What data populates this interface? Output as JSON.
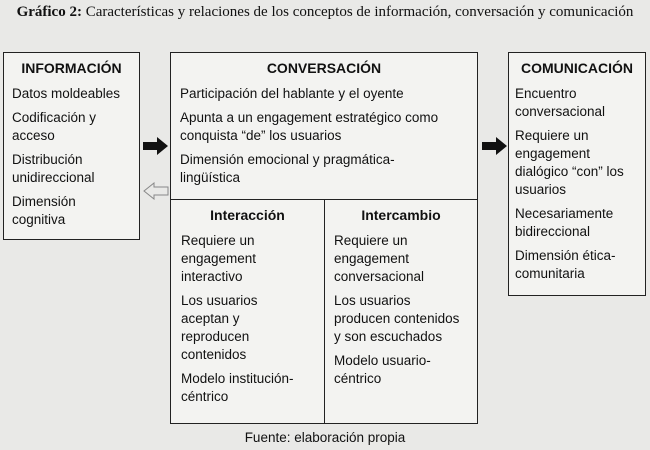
{
  "caption": {
    "bold": "Gráfico 2:",
    "text": " Características y relaciones de los conceptos de información, conversación y comunicación"
  },
  "informacion": {
    "title": "INFORMACIÓN",
    "items": [
      "Datos moldeables",
      "Codificación y acceso",
      "Distribución unidireccional",
      "Dimensión cognitiva"
    ]
  },
  "conversacion": {
    "title": "CONVERSACIÓN",
    "items": [
      "Participación del hablante y el oyente",
      "Apunta a un engagement estratégico como conquista “de” los usuarios",
      "Dimensión emocional y pragmática-lingüística"
    ],
    "interaccion": {
      "title": "Interacción",
      "items": [
        "Requiere un engagement interactivo",
        "Los usuarios aceptan y reproducen contenidos",
        "Modelo institución-céntrico"
      ]
    },
    "intercambio": {
      "title": "Intercambio",
      "items": [
        "Requiere un engagement conversacional",
        "Los usuarios producen contenidos y son escuchados",
        "Modelo usuario-céntrico"
      ]
    }
  },
  "comunicacion": {
    "title": "COMUNICACIÓN",
    "items": [
      "Encuentro conversacional",
      "Requiere un engagement dialógico “con” los usuarios",
      "Necesariamente bidireccional",
      "Dimensión ética-comunitaria"
    ]
  },
  "footer": "Fuente: elaboración propia"
}
